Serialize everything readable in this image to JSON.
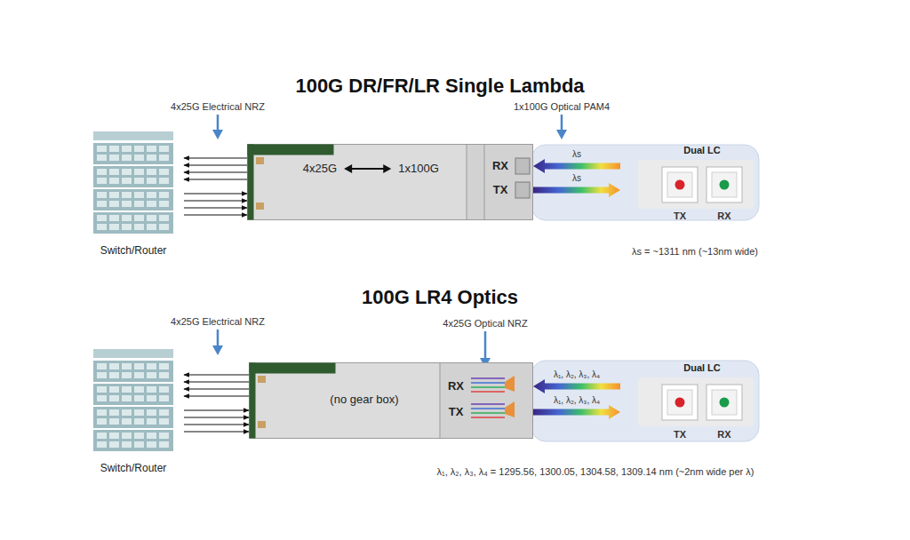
{
  "diagram": {
    "title": "100G DR/FR/LR Single Lambda",
    "nodes": [
      {
        "text": [
          "Switch/Router"
        ]
      },
      {
        "text": [
          "4x25G",
          "1x100G",
          "RX",
          "TX"
        ]
      },
      {
        "text": [
          "Dual LC"
        ]
      },
      {
        "text": [
          "Switch/Router"
        ]
      },
      {
        "text": [
          "(no gear box)",
          "RX",
          "TX"
        ]
      },
      {
        "text": [
          "Dual LC"
        ]
      }
    ],
    "edges": [
      {
        "from": 1,
        "to": 0,
        "arrow": "to"
      },
      {
        "from": 0,
        "to": 1,
        "arrow": "to"
      },
      {
        "from": 2,
        "to": 1,
        "arrow": "to",
        "label": "λs"
      },
      {
        "from": 1,
        "to": 2,
        "arrow": "to",
        "label": "λs"
      },
      {
        "from": 4,
        "to": 3,
        "arrow": "to"
      },
      {
        "from": 3,
        "to": 4,
        "arrow": "to"
      },
      {
        "from": 5,
        "to": 4,
        "arrow": "to",
        "label": "λ₁, λ₂, λ₃, λ₄"
      },
      {
        "from": 4,
        "to": 5,
        "arrow": "to",
        "label": "λ₁, λ₂, λ₃, λ₄"
      }
    ],
    "labels": [
      "4x25G Electrical NRZ",
      "1x100G Optical PAM4",
      "TX",
      "RX",
      "λs = ~1311 nm (~13nm wide)",
      "100G LR4 Optics",
      "4x25G Electrical NRZ",
      "4x25G Optical NRZ",
      "TX",
      "RX",
      "λ₁, λ₂, λ₃, λ₄ = 1295.56, 1300.05, 1304.58, 1309.14 nm (~2nm wide per λ)"
    ]
  }
}
